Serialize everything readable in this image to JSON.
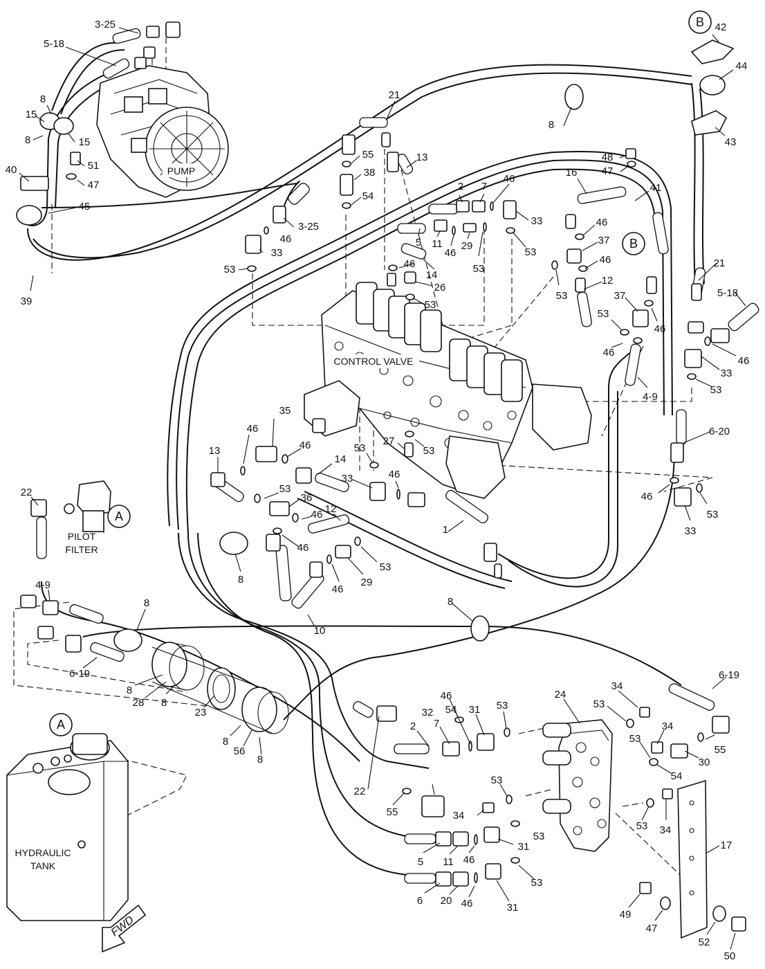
{
  "labels": {
    "pump": "PUMP",
    "control_valve": "CONTROL  VALVE",
    "pilot_filter_1": "PILOT",
    "pilot_filter_2": "FILTER",
    "hydraulic_tank_1": "HYDRAULIC",
    "hydraulic_tank_2": "TANK",
    "fwd": "FWD",
    "ref_a_top": "A",
    "ref_a_bottom": "A",
    "ref_b_top": "B",
    "ref_b_mid": "B"
  },
  "callouts": [
    {
      "id": "c-3-25-top",
      "text": "3-25"
    },
    {
      "id": "c-5-18-left",
      "text": "5-18"
    },
    {
      "id": "c-8-a",
      "text": "8"
    },
    {
      "id": "c-15-a",
      "text": "15"
    },
    {
      "id": "c-8-b",
      "text": "8"
    },
    {
      "id": "c-15-b",
      "text": "15"
    },
    {
      "id": "c-40",
      "text": "40"
    },
    {
      "id": "c-51",
      "text": "51"
    },
    {
      "id": "c-47-a",
      "text": "47"
    },
    {
      "id": "c-45",
      "text": "45"
    },
    {
      "id": "c-39",
      "text": "39"
    },
    {
      "id": "c-3-25-mid",
      "text": "3-25"
    },
    {
      "id": "c-46-a",
      "text": "46"
    },
    {
      "id": "c-33-a",
      "text": "33"
    },
    {
      "id": "c-53-a",
      "text": "53"
    },
    {
      "id": "c-21-a",
      "text": "21"
    },
    {
      "id": "c-55-a",
      "text": "55"
    },
    {
      "id": "c-38",
      "text": "38"
    },
    {
      "id": "c-54-a",
      "text": "54"
    },
    {
      "id": "c-13-a",
      "text": "13"
    },
    {
      "id": "c-2-a",
      "text": "2"
    },
    {
      "id": "c-7-a",
      "text": "7"
    },
    {
      "id": "c-46-b",
      "text": "46"
    },
    {
      "id": "c-33-b",
      "text": "33"
    },
    {
      "id": "c-5-a",
      "text": "5"
    },
    {
      "id": "c-11-a",
      "text": "11"
    },
    {
      "id": "c-46-c",
      "text": "46"
    },
    {
      "id": "c-29-a",
      "text": "29"
    },
    {
      "id": "c-53-b",
      "text": "53"
    },
    {
      "id": "c-53-c",
      "text": "53"
    },
    {
      "id": "c-14-a",
      "text": "14"
    },
    {
      "id": "c-46-d",
      "text": "46"
    },
    {
      "id": "c-26",
      "text": "26"
    },
    {
      "id": "c-53-d",
      "text": "53"
    },
    {
      "id": "c-8-c",
      "text": "8"
    },
    {
      "id": "c-42",
      "text": "42"
    },
    {
      "id": "c-44",
      "text": "44"
    },
    {
      "id": "c-43",
      "text": "43"
    },
    {
      "id": "c-48",
      "text": "48"
    },
    {
      "id": "c-47-b",
      "text": "47"
    },
    {
      "id": "c-41",
      "text": "41"
    },
    {
      "id": "c-16",
      "text": "16"
    },
    {
      "id": "c-46-e",
      "text": "46"
    },
    {
      "id": "c-37-a",
      "text": "37"
    },
    {
      "id": "c-46-f",
      "text": "46"
    },
    {
      "id": "c-53-e",
      "text": "53"
    },
    {
      "id": "c-12-a",
      "text": "12"
    },
    {
      "id": "c-37-b",
      "text": "37"
    },
    {
      "id": "c-53-f",
      "text": "53"
    },
    {
      "id": "c-46-g",
      "text": "46"
    },
    {
      "id": "c-46-h",
      "text": "46"
    },
    {
      "id": "c-21-b",
      "text": "21"
    },
    {
      "id": "c-5-18-right",
      "text": "5-18"
    },
    {
      "id": "c-46-i",
      "text": "46"
    },
    {
      "id": "c-33-c",
      "text": "33"
    },
    {
      "id": "c-53-g",
      "text": "53"
    },
    {
      "id": "c-4-9-a",
      "text": "4-9"
    },
    {
      "id": "c-6-20",
      "text": "6-20"
    },
    {
      "id": "c-46-j",
      "text": "46"
    },
    {
      "id": "c-53-h",
      "text": "53"
    },
    {
      "id": "c-33-d",
      "text": "33"
    },
    {
      "id": "c-35",
      "text": "35"
    },
    {
      "id": "c-46-k",
      "text": "46"
    },
    {
      "id": "c-46-l",
      "text": "46"
    },
    {
      "id": "c-27",
      "text": "27"
    },
    {
      "id": "c-53-i",
      "text": "53"
    },
    {
      "id": "c-53-j",
      "text": "53"
    },
    {
      "id": "c-13-b",
      "text": "13"
    },
    {
      "id": "c-14-b",
      "text": "14"
    },
    {
      "id": "c-33-e",
      "text": "33"
    },
    {
      "id": "c-46-m",
      "text": "46"
    },
    {
      "id": "c-53-k",
      "text": "53"
    },
    {
      "id": "c-36",
      "text": "36"
    },
    {
      "id": "c-46-n",
      "text": "46"
    },
    {
      "id": "c-12-b",
      "text": "12"
    },
    {
      "id": "c-1",
      "text": "1"
    },
    {
      "id": "c-46-o",
      "text": "46"
    },
    {
      "id": "c-8-d",
      "text": "8"
    },
    {
      "id": "c-46-p",
      "text": "46"
    },
    {
      "id": "c-29-b",
      "text": "29"
    },
    {
      "id": "c-53-l",
      "text": "53"
    },
    {
      "id": "c-10",
      "text": "10"
    },
    {
      "id": "c-22-a",
      "text": "22"
    },
    {
      "id": "c-4-9-b",
      "text": "4-9"
    },
    {
      "id": "c-8-e",
      "text": "8"
    },
    {
      "id": "c-6-19-a",
      "text": "6-19"
    },
    {
      "id": "c-8-f",
      "text": "8"
    },
    {
      "id": "c-28",
      "text": "28"
    },
    {
      "id": "c-8-g",
      "text": "8"
    },
    {
      "id": "c-23",
      "text": "23"
    },
    {
      "id": "c-8-h",
      "text": "8"
    },
    {
      "id": "c-56",
      "text": "56"
    },
    {
      "id": "c-8-i",
      "text": "8"
    },
    {
      "id": "c-8-j",
      "text": "8"
    },
    {
      "id": "c-6-19-b",
      "text": "6-19"
    },
    {
      "id": "c-24",
      "text": "24"
    },
    {
      "id": "c-34-a",
      "text": "34"
    },
    {
      "id": "c-53-m",
      "text": "53"
    },
    {
      "id": "c-46-q",
      "text": "46"
    },
    {
      "id": "c-31-a",
      "text": "31"
    },
    {
      "id": "c-53-n",
      "text": "53"
    },
    {
      "id": "c-2-b",
      "text": "2"
    },
    {
      "id": "c-7-b",
      "text": "7"
    },
    {
      "id": "c-34-b",
      "text": "34"
    },
    {
      "id": "c-53-o",
      "text": "53"
    },
    {
      "id": "c-55-b",
      "text": "55"
    },
    {
      "id": "c-30",
      "text": "30"
    },
    {
      "id": "c-54-b",
      "text": "54"
    },
    {
      "id": "c-32",
      "text": "32"
    },
    {
      "id": "c-54-c",
      "text": "54"
    },
    {
      "id": "c-53-p",
      "text": "53"
    },
    {
      "id": "c-22-b",
      "text": "22"
    },
    {
      "id": "c-55-c",
      "text": "55"
    },
    {
      "id": "c-34-c",
      "text": "34"
    },
    {
      "id": "c-53-q",
      "text": "53"
    },
    {
      "id": "c-53-r",
      "text": "53"
    },
    {
      "id": "c-34-d",
      "text": "34"
    },
    {
      "id": "c-17",
      "text": "17"
    },
    {
      "id": "c-5-b",
      "text": "5"
    },
    {
      "id": "c-11-b",
      "text": "11"
    },
    {
      "id": "c-46-r",
      "text": "46"
    },
    {
      "id": "c-31-b",
      "text": "31"
    },
    {
      "id": "c-6",
      "text": "6"
    },
    {
      "id": "c-20",
      "text": "20"
    },
    {
      "id": "c-46-s",
      "text": "46"
    },
    {
      "id": "c-53-s",
      "text": "53"
    },
    {
      "id": "c-31-c",
      "text": "31"
    },
    {
      "id": "c-49",
      "text": "49"
    },
    {
      "id": "c-47-c",
      "text": "47"
    },
    {
      "id": "c-52",
      "text": "52"
    },
    {
      "id": "c-50",
      "text": "50"
    }
  ]
}
